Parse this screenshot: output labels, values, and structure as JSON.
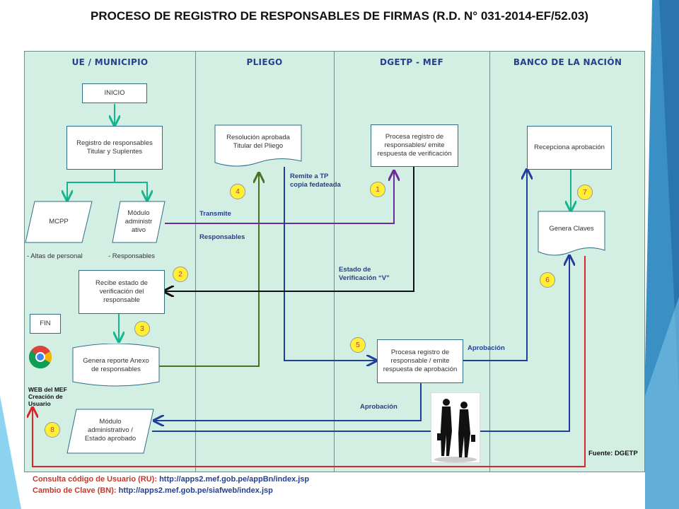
{
  "title": "PROCESO DE REGISTRO DE RESPONSABLES DE FIRMAS (R.D. N° 031-2014-EF/52.03)",
  "lanes": [
    "UE / MUNICIPIO",
    "PLIEGO",
    "DGETP - MEF",
    "BANCO DE LA NACIÓN"
  ],
  "nodes": {
    "inicio": "INICIO",
    "registro": "Registro de responsables Titular y Suplentes",
    "mcpp": "MCPP",
    "modulo": "Módulo administr ativo",
    "altas": "- Altas de personal",
    "responsables_note": "- Responsables",
    "recibe": "Recibe estado de verificación del responsable",
    "fin": "FIN",
    "genera_reporte": "Genera reporte Anexo de responsables",
    "web_mef": "WEB del MEF Creación de Usuario",
    "modulo_estado": "Módulo administrativo / Estado aprobado",
    "resolucion": "Resolución aprobada Titular del Pliego",
    "procesa_verif": "Procesa registro de responsables/ emite respuesta de verificación",
    "procesa_aprob": "Procesa registro de responsable / emite respuesta de aprobación",
    "recepciona": "Recepciona aprobación",
    "genera_claves": "Genera Claves"
  },
  "labels": {
    "remite": "Remite a TP\ncopia fedateada",
    "transmite": "Transmite",
    "responsables": "Responsables",
    "estado_verif": "Estado de\nVerificación “V”",
    "aprobacion_right": "Aprobación",
    "aprobacion_bottom": "Aprobación",
    "fuente": "Fuente: DGETP"
  },
  "badges": [
    "1",
    "2",
    "3",
    "4",
    "5",
    "6",
    "7",
    "8"
  ],
  "footer": {
    "ru_label": "Consulta código de Usuario (RU):",
    "ru_url": "http://apps2.mef.gob.pe/appBn/index.jsp",
    "bn_label": "Cambio de Clave (BN):",
    "bn_url": "http://apps2.mef.gob.pe/siafweb/index.jsp"
  },
  "colors": {
    "lane_bg": "#d3eee3",
    "teal": "#14b58f",
    "green": "#4e6e22",
    "purple": "#6a2c9a",
    "blue": "#1f3f9a",
    "black": "#111111",
    "red": "#d9262b",
    "badge": "#ffef35"
  },
  "icons": [
    "chrome-icon",
    "business-people-icon"
  ]
}
